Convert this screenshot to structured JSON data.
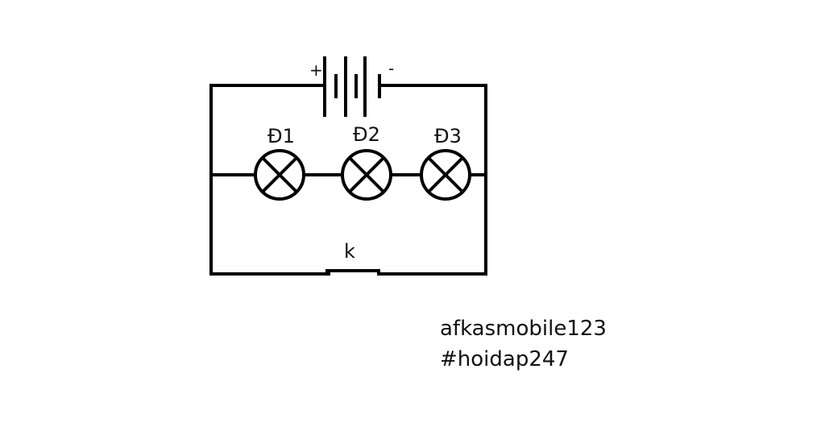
{
  "diagram": {
    "battery": {
      "plus_label": "+",
      "minus_label": "-"
    },
    "lamps": [
      {
        "label": "Đ1"
      },
      {
        "label": "Đ2"
      },
      {
        "label": "Đ3"
      }
    ],
    "switch": {
      "label": "k"
    }
  },
  "caption": {
    "line1": "afkasmobile123",
    "line2": "#hoidap247"
  }
}
